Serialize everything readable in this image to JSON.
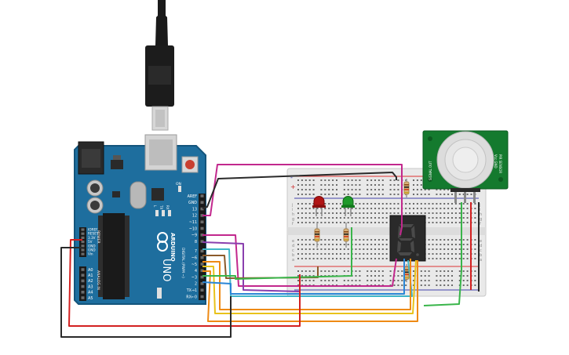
{
  "board": {
    "brand": "ARDUINO",
    "model": "UNO",
    "digital_label": "DIGITAL (PWM ~)",
    "power_label": "POWER",
    "analog_label": "ANALOG IN",
    "on_label": "ON",
    "tx_label": "TX",
    "rx_label": "RX",
    "l_label": "L",
    "top_pins": [
      "AREF",
      "GND",
      "13",
      "12",
      "~11",
      "~10",
      "~9",
      "8",
      "7",
      "~6",
      "~5",
      "4",
      "~3",
      "2",
      "TX→1",
      "RX←0"
    ],
    "power_pins": [
      "IOREF",
      "RESET",
      "3.3V",
      "5V",
      "GND",
      "GND",
      "Vin"
    ],
    "analog_pins": [
      "A0",
      "A1",
      "A2",
      "A3",
      "A4",
      "A5"
    ]
  },
  "breadboard": {
    "row_letters_top": [
      "j",
      "i",
      "h",
      "g",
      "f"
    ],
    "row_letters_bottom": [
      "e",
      "d",
      "c",
      "b",
      "a"
    ],
    "rail_plus": "+",
    "rail_minus": "-"
  },
  "pir": {
    "label_left": "SIGNAL OUT",
    "label_right": "PIR SENSOR",
    "label_right2": "Vcc GND"
  },
  "display": {
    "digit": "8"
  },
  "colors": {
    "arduino": "#1e6e9e",
    "arduino_edge": "#14557c",
    "breadboard": "#e9e9e9",
    "pir_board": "#147a2e",
    "wire_red": "#d32020",
    "wire_black": "#2a2a2a",
    "wire_magenta": "#c2288d",
    "wire_purple": "#8a3fae",
    "wire_blue": "#2a86d6",
    "wire_cyan": "#3fb6c8",
    "wire_orange": "#ee8a14",
    "wire_yellow": "#e8c21a",
    "wire_green": "#39b54a",
    "wire_brown": "#8b5a2b",
    "led_red": "#b01515",
    "led_green": "#1e9a2a"
  }
}
